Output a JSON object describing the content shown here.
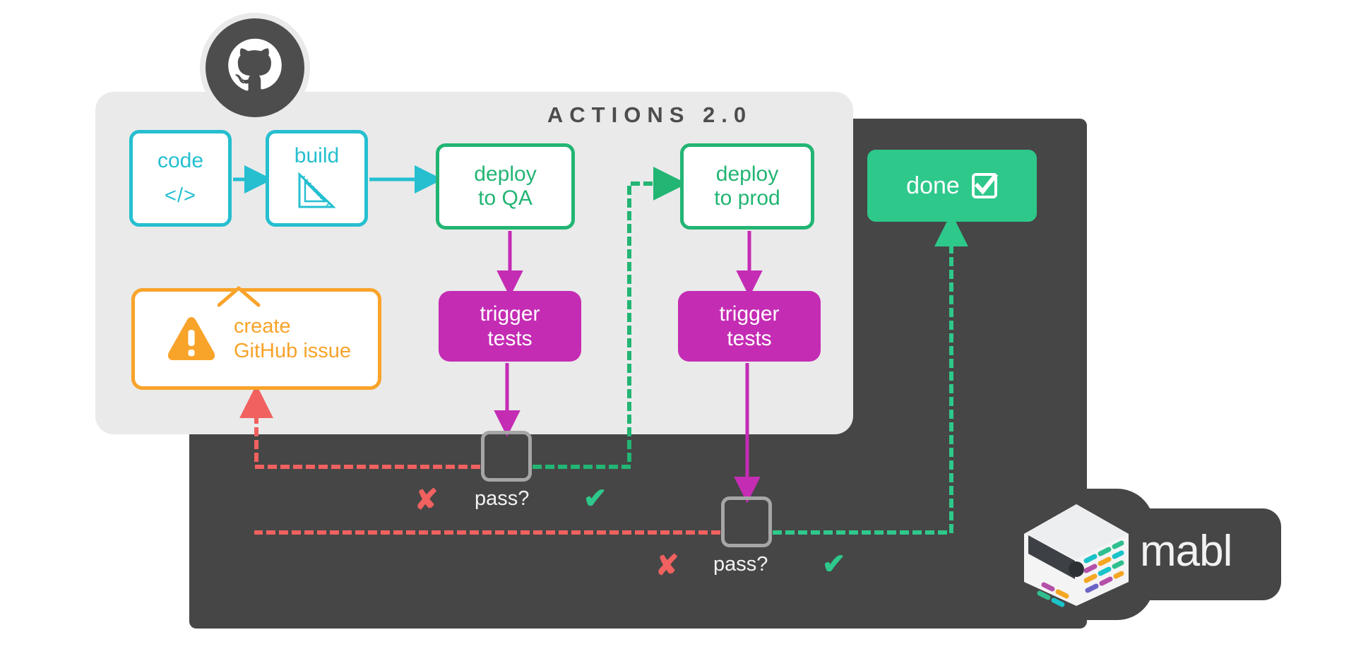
{
  "diagram": {
    "title": "ACTIONS 2.0",
    "brand_logo_top": "github-octocat-logo",
    "brand_logo_bottom": "mabl-logo",
    "mabl_wordmark": "mabl"
  },
  "colors": {
    "light_panel": "#eaeaea",
    "dark_panel": "#464646",
    "cyan": "#25bfd0",
    "green": "#22b573",
    "green_fill": "#2ec88b",
    "magenta": "#c42cb4",
    "orange": "#f8a32a",
    "red": "#f0615f",
    "grey_outline": "#a6a6a6",
    "title_grey": "#4d4d4d",
    "white": "#ffffff"
  },
  "nodes": {
    "code": {
      "label": "code",
      "glyph": "</>",
      "icon": "code-brackets-icon"
    },
    "build": {
      "label": "build",
      "icon": "set-square-ruler-icon"
    },
    "deploy_qa": {
      "line1": "deploy",
      "line2": "to QA"
    },
    "deploy_prod": {
      "line1": "deploy",
      "line2": "to prod"
    },
    "done": {
      "label": "done",
      "icon": "checked-checkbox-icon"
    },
    "trigger_tests_1": {
      "line1": "trigger",
      "line2": "tests"
    },
    "trigger_tests_2": {
      "line1": "trigger",
      "line2": "tests"
    },
    "create_issue": {
      "line1": "create",
      "line2": "GitHub issue",
      "icon": "warning-triangle-icon"
    }
  },
  "decisions": [
    {
      "label": "pass?",
      "fail_mark": "✘",
      "pass_mark": "✔"
    },
    {
      "label": "pass?",
      "fail_mark": "✘",
      "pass_mark": "✔"
    }
  ]
}
